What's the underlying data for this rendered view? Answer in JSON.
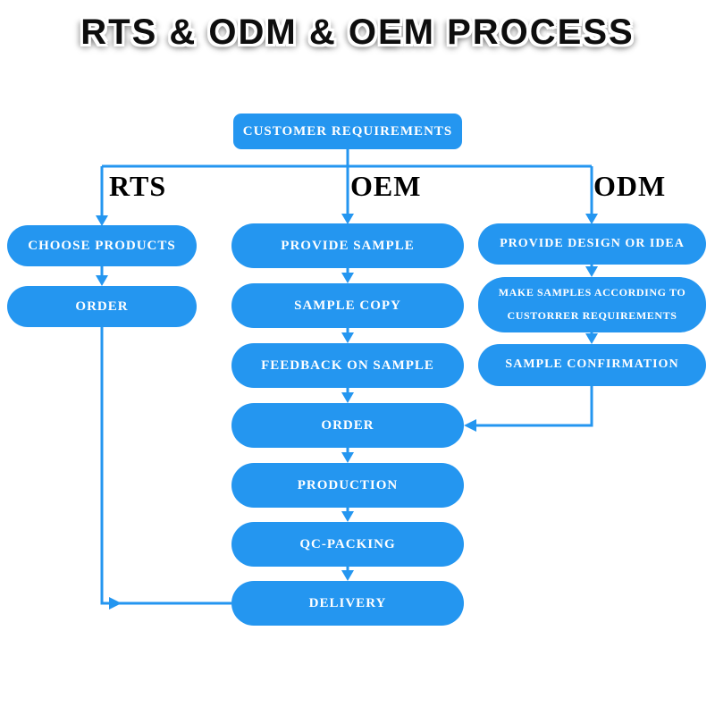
{
  "title": "RTS & ODM & OEM PROCESS",
  "colors": {
    "box": "#2496f0",
    "connector": "#2496f0",
    "box_text": "#ffffff",
    "branch_label": "#000000",
    "background": "#ffffff"
  },
  "root": {
    "label": "CUSTOMER REQUIREMENTS"
  },
  "branches": {
    "rts": {
      "label": "RTS",
      "steps": [
        "CHOOSE PRODUCTS",
        "ORDER"
      ]
    },
    "oem": {
      "label": "OEM",
      "steps": [
        "PROVIDE SAMPLE",
        "SAMPLE COPY",
        "FEEDBACK ON SAMPLE",
        "ORDER",
        "PRODUCTION",
        "QC-PACKING",
        "DELIVERY"
      ]
    },
    "odm": {
      "label": "ODM",
      "steps": [
        "PROVIDE DESIGN OR IDEA",
        "MAKE SAMPLES ACCORDING TO CUSTORRER REQUIREMENTS",
        "SAMPLE CONFIRMATION"
      ]
    }
  }
}
